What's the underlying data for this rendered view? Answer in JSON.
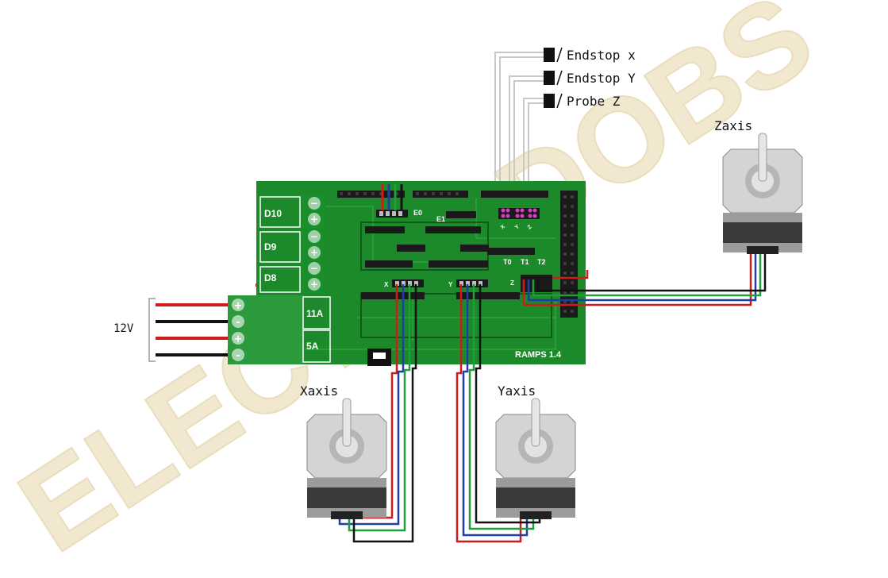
{
  "diagram": {
    "watermark_text": "ELECTRODOBS",
    "board": {
      "name": "RAMPS 1.4",
      "mosfet_labels": [
        "D10",
        "D9",
        "D8"
      ],
      "fuse_labels": [
        "11A",
        "5A"
      ],
      "header_labels": {
        "e0": "E0",
        "e1": "E1",
        "x": "X",
        "y": "Y",
        "z": "Z"
      },
      "endstop_pin_labels": [
        "X",
        "Y",
        "Z"
      ],
      "thermistor_labels": [
        "T0",
        "T1",
        "T2"
      ]
    },
    "power": {
      "label": "12V",
      "terminal_signs": [
        "+",
        "-",
        "+",
        "-"
      ]
    },
    "endstops": [
      "Endstop x",
      "Endstop Y",
      "Probe Z"
    ],
    "motors": {
      "x": "Xaxis",
      "y": "Yaxis",
      "z": "Zaxis"
    },
    "colors": {
      "board": "#1c8a2a",
      "board_dark": "#136b1e",
      "wire_red": "#d21a1a",
      "wire_black": "#111111",
      "wire_green": "#1f9e3b",
      "wire_blue": "#1f3fa8",
      "wire_grey": "#c8c8c8",
      "endstop_pin": "#d83bc6",
      "motor_body": "#c9c9c9",
      "watermark": "#e8d7a8"
    }
  }
}
